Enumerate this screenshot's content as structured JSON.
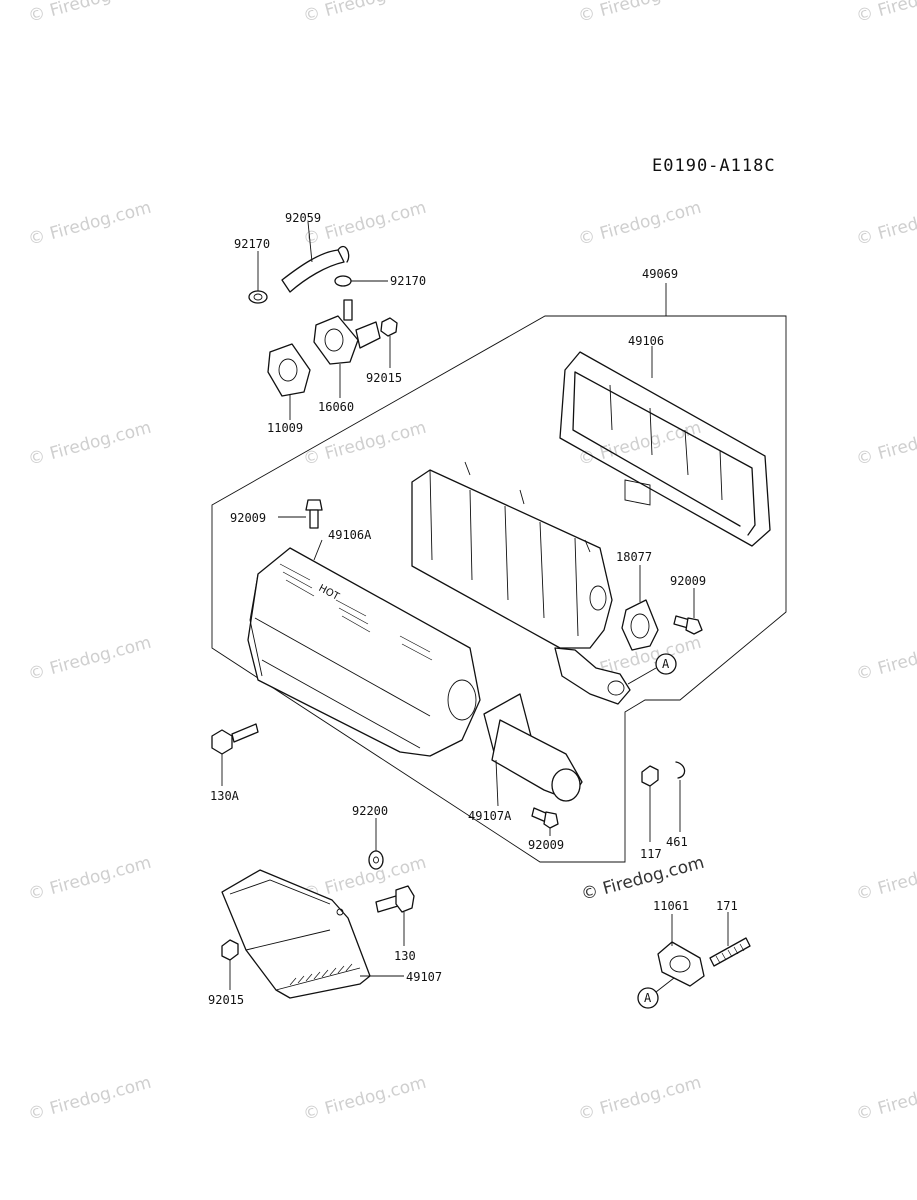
{
  "diagram_code": "E0190-A118C",
  "watermark": "© Firedog.com",
  "labels": {
    "p92059": "92059",
    "p92170_a": "92170",
    "p92170_b": "92170",
    "p92015_a": "92015",
    "p16060": "16060",
    "p11009": "11009",
    "p49069": "49069",
    "p49106": "49106",
    "p92009_a": "92009",
    "p49106A": "49106A",
    "p18077": "18077",
    "p92009_b": "92009",
    "p130A": "130A",
    "p49107A": "49107A",
    "p92009_c": "92009",
    "p92200": "92200",
    "p130": "130",
    "p49107": "49107",
    "p92015_b": "92015",
    "p461": "461",
    "p11061": "11061",
    "p171": "171",
    "p117": "117",
    "ref_a1": "A",
    "ref_a2": "A"
  }
}
